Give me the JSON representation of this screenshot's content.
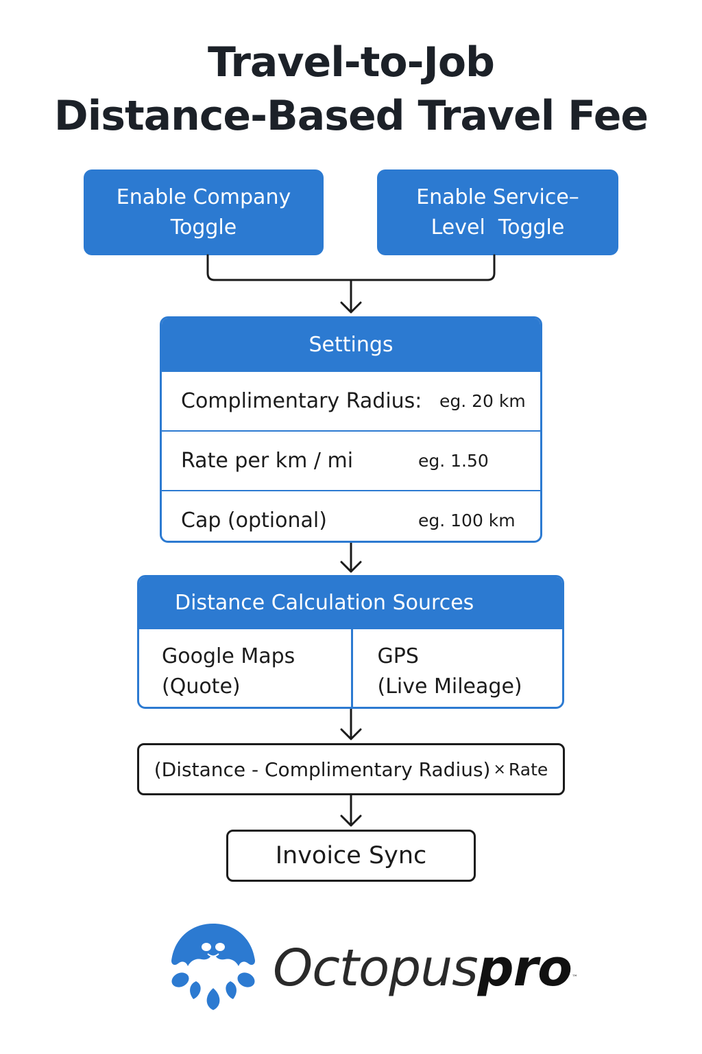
{
  "title": {
    "line1": "Travel-to-Job",
    "line2": "Distance-Based Travel Fee"
  },
  "toggles": {
    "company_line1": "Enable Company",
    "company_line2": "Toggle",
    "service_line1": "Enable Service–",
    "service_line2": "Level  Toggle"
  },
  "settings": {
    "header": "Settings",
    "rows": [
      {
        "label": "Complimentary Radius:",
        "example": "eg. 20 km"
      },
      {
        "label": "Rate per km / mi",
        "example": "eg. 1.50"
      },
      {
        "label": "Cap (optional)",
        "example": "eg. 100 km"
      }
    ]
  },
  "sources": {
    "header": "Distance Calculation Sources",
    "google_line1": "Google Maps",
    "google_line2": "(Quote)",
    "gps_line1": "GPS",
    "gps_line2": "(Live Mileage)"
  },
  "formula": {
    "expression": "(Distance - Complimentary Radius)",
    "operator": "×",
    "rate": "Rate"
  },
  "invoice": {
    "label": "Invoice Sync"
  },
  "brand": {
    "name_regular": "Octopus",
    "name_bold": "pro",
    "trademark": "™",
    "logo_icon": "octopus-logo-icon",
    "color": "#2c7ad1"
  }
}
